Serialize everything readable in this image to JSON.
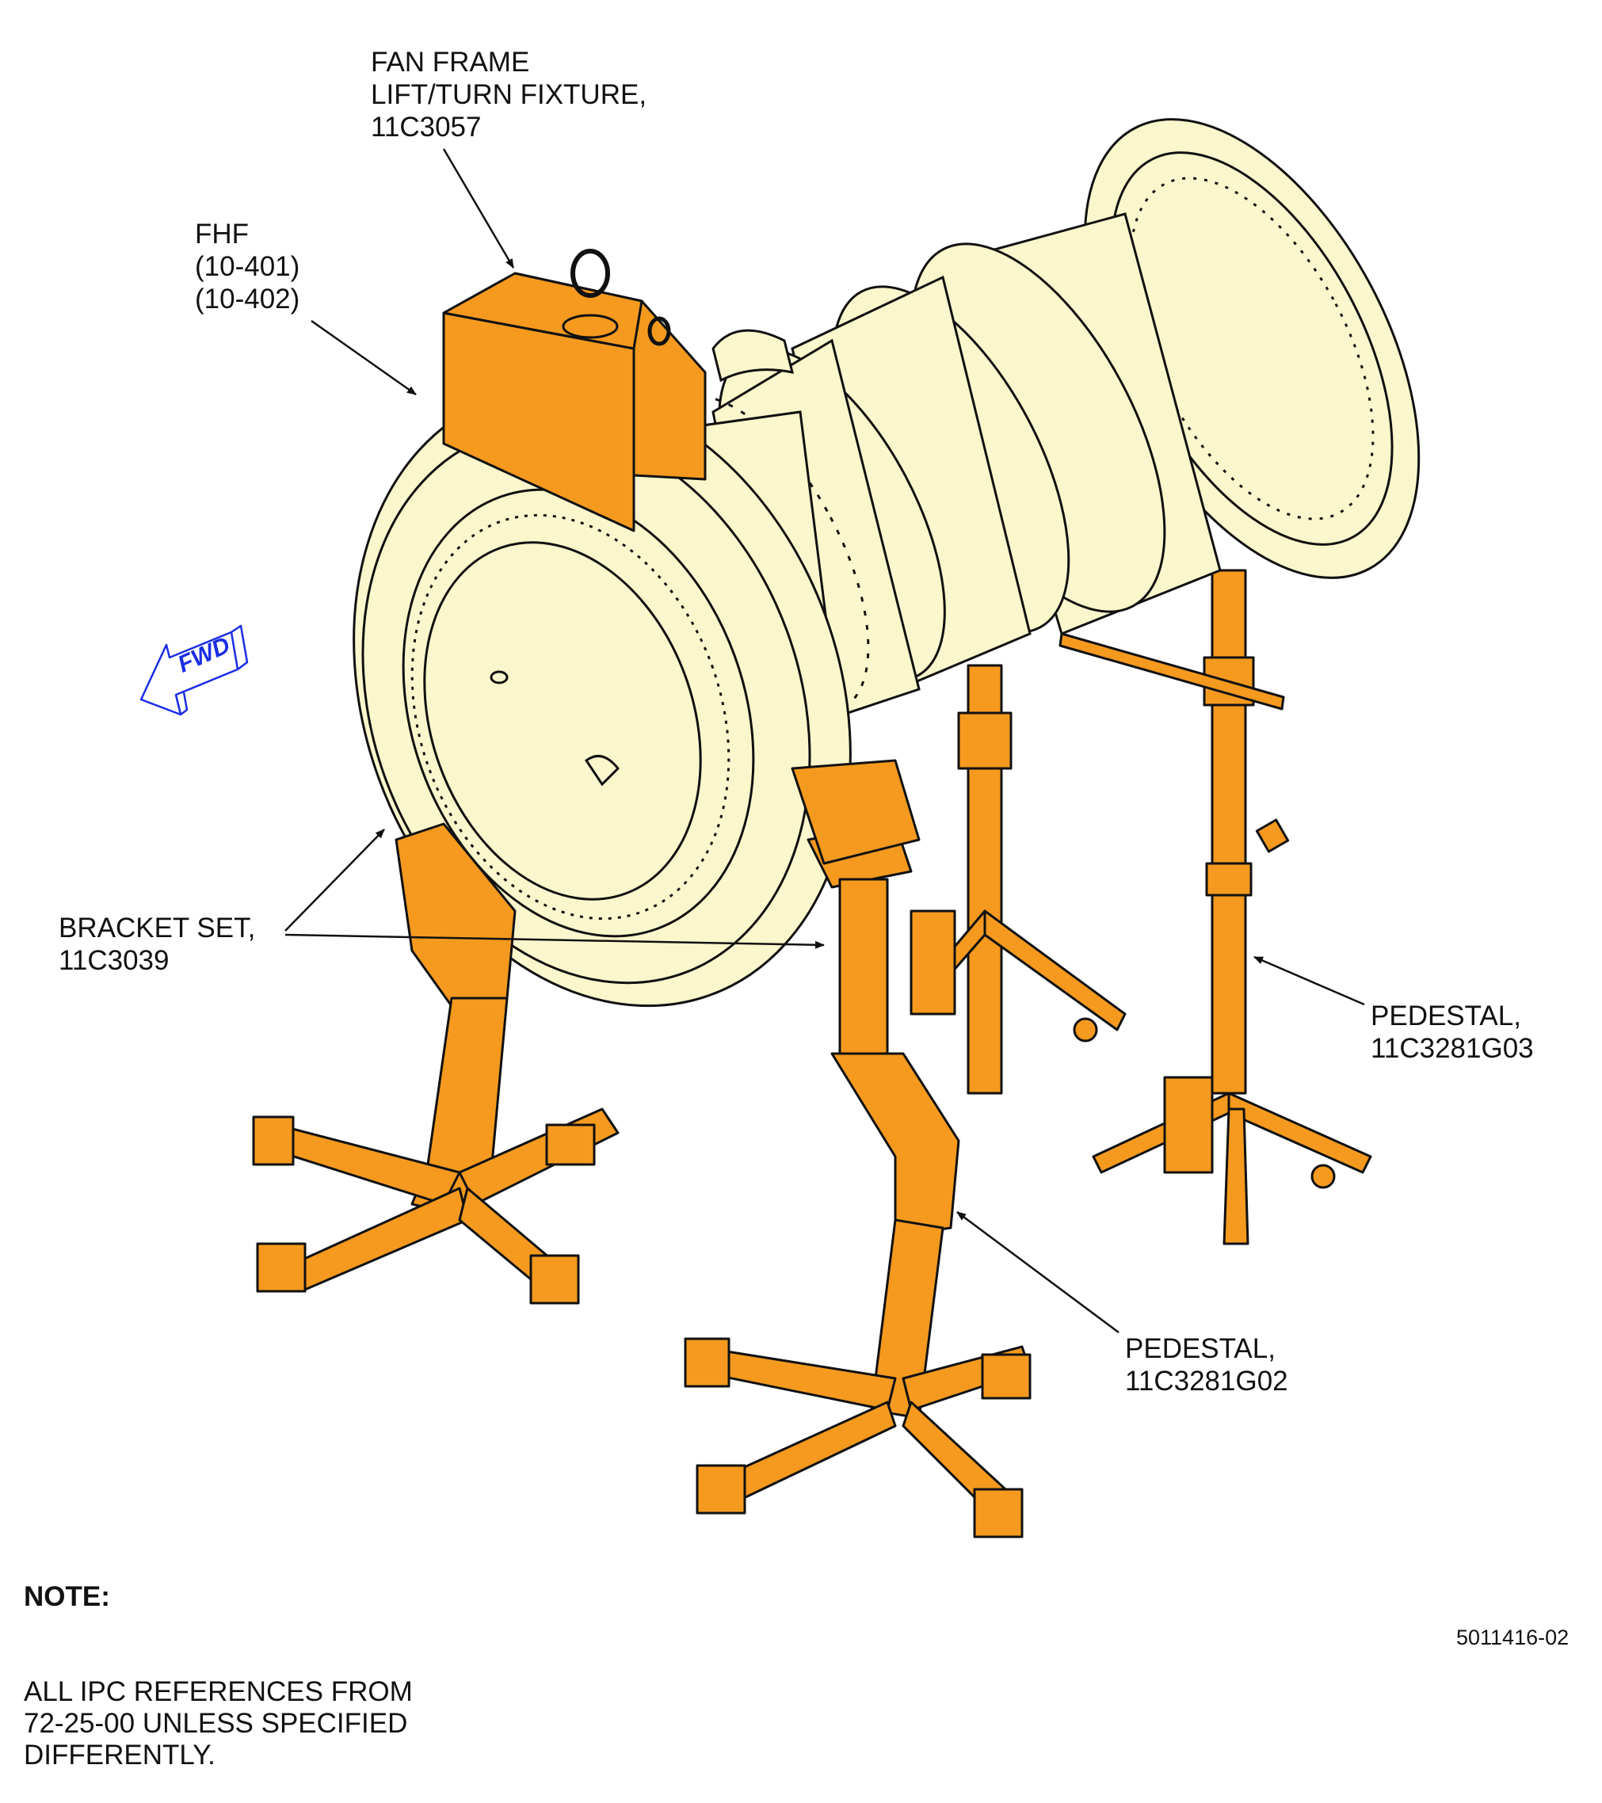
{
  "colors": {
    "engine": "#fbf7cc",
    "fixture": "#f59a1f",
    "outline": "#111111",
    "fwd_arrow": "#1a2ee6"
  },
  "labels": {
    "fan_frame_fixture": "FAN FRAME\nLIFT/TURN FIXTURE,\n11C3057",
    "fhf": "FHF\n(10-401)\n(10-402)",
    "bracket_set": "BRACKET SET,\n11C3039",
    "pedestal_g03": "PEDESTAL,\n11C3281G03",
    "pedestal_g02": "PEDESTAL,\n11C3281G02"
  },
  "fwd_indicator": {
    "text": "FWD",
    "icon": "forward-arrow-icon"
  },
  "note": {
    "title": "NOTE:",
    "body": "ALL IPC REFERENCES FROM\n72-25-00 UNLESS SPECIFIED\nDIFFERENTLY."
  },
  "figure_number": "5011416-02"
}
